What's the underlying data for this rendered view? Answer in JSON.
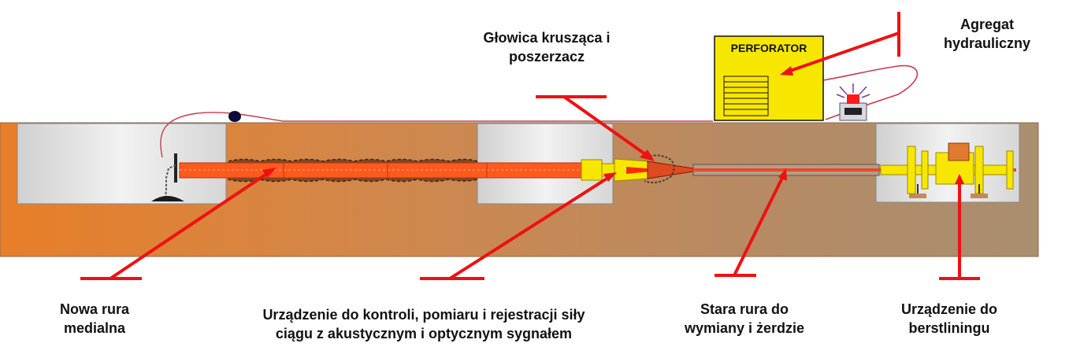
{
  "labels": {
    "head": {
      "line1": "Głowica krusząca i",
      "line2": "poszerzacz"
    },
    "aggregate": {
      "line1": "Agregat",
      "line2": "hydrauliczny"
    },
    "new_pipe": {
      "line1": "Nowa rura",
      "line2": "medialna"
    },
    "control": {
      "line1": "Urządzenie do kontroli, pomiaru i rejestracji siły",
      "line2": "ciągu z akustycznym i optycznym  sygnałem"
    },
    "old_pipe": {
      "line1": "Stara rura do",
      "line2": "wymiany i  żerdzie"
    },
    "burst": {
      "line1": "Urządzenie do",
      "line2": "berstliningu"
    }
  },
  "machine": {
    "brand": "PERFORATOR"
  },
  "colors": {
    "ground_left": "#e87e28",
    "ground_right": "#ac8c6c",
    "pit": "#e8e8e8",
    "leader": "#ee1111",
    "pipe": "#ff5a1e",
    "yellow": "#f7e600",
    "cable": "#c83a50"
  },
  "icons": [
    "warning-beacon-icon",
    "control-panel-icon",
    "chain-anchor-icon"
  ]
}
